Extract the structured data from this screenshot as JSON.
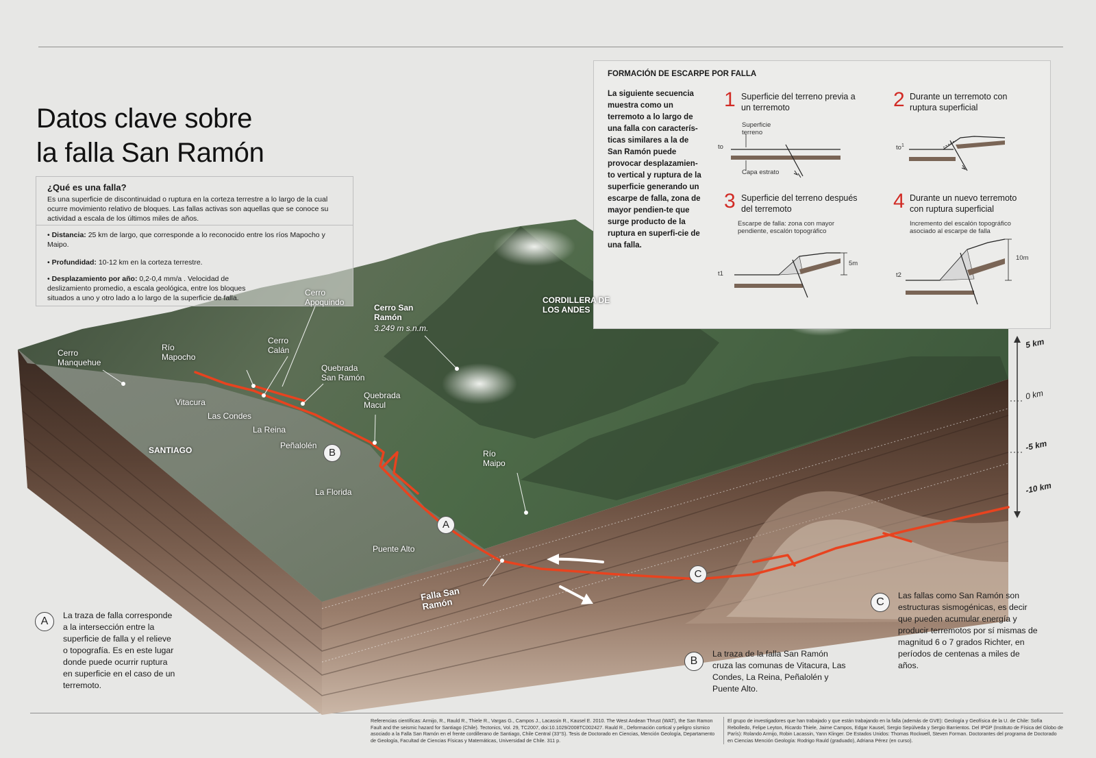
{
  "title": {
    "line1": "Datos clave sobre",
    "line2": "la falla San Ramón"
  },
  "info": {
    "heading": "¿Qué es una falla?",
    "definition": "Es una superficie de discontinuidad o ruptura en la corteza terrestre a lo largo de la cual ocurre movimiento relativo de bloques. Las fallas activas son aquellas que se conoce su actividad a escala de los últimos miles de años.",
    "items": [
      {
        "label": "Distancia:",
        "text": " 25 km de largo, que corresponde a lo reconocido entre los ríos Mapocho y Maipo."
      },
      {
        "label": "Profundidad:",
        "text": " 10-12 km en la corteza terrestre."
      },
      {
        "label": "Desplazamiento por año:",
        "text": " 0,2-0,4 mm/a . Velocidad de deslizamiento promedio, a escala geológica, entre los bloques situados a uno y otro lado a lo largo de la superficie de falla."
      }
    ]
  },
  "formation": {
    "title": "FORMACIÓN DE ESCARPE POR FALLA",
    "description": "La siguiente secuencia muestra como un terremoto a lo largo de una falla con caracterís-ticas similares a la de San Ramón puede provocar desplazamien-to vertical y ruptura de la superficie generando un escarpe de falla, zona de mayor pendien-te que surge producto de la ruptura en superfi-cie de una falla.",
    "steps": [
      {
        "num": "1",
        "text": "Superficie del terreno previa a un terremoto",
        "note": ""
      },
      {
        "num": "2",
        "text": "Durante un terremoto con ruptura superficial",
        "note": ""
      },
      {
        "num": "3",
        "text": "Superficie del terreno después del terremoto",
        "note": "Escarpe de falla: zona con mayor pendiente, escalón topográfico"
      },
      {
        "num": "4",
        "text": "Durante un nuevo terremoto con ruptura superficial",
        "note": "Incremento del escalón topográfico asociado al escarpe de falla"
      }
    ],
    "diagram_labels": {
      "surface": "Superficie terreno",
      "layer": "Capa estrato",
      "t0": "to",
      "t0b": "to",
      "t1_sup": "1",
      "t1": "t1",
      "t2": "t2",
      "h5": "5m",
      "h10": "10m"
    },
    "colors": {
      "number": "#d12b25",
      "stratum": "#7a6556"
    }
  },
  "map_labels": {
    "cerro_manquehue": "Cerro Manquehue",
    "rio_mapocho": "Río Mapocho",
    "cerro_apoquindo": "Cerro Apoquindo",
    "cerro_calan": "Cerro Calán",
    "cerro_san_ramon": "Cerro San Ramón",
    "cerro_san_ramon_alt": "3.249 m s.n.m.",
    "cordillera": "CORDILLERA DE LOS ANDES",
    "quebrada_san_ramon": "Quebrada San Ramón",
    "quebrada_macul": "Quebrada Macul",
    "vitacura": "Vitacura",
    "las_condes": "Las Condes",
    "la_reina": "La Reina",
    "penalolen": "Peñalolén",
    "santiago": "SANTIAGO",
    "la_florida": "La Florida",
    "rio_maipo": "Río Maipo",
    "puente_alto": "Puente Alto",
    "falla_san_ramon": "Falla San Ramón",
    "badge_a": "A",
    "badge_b": "B",
    "badge_c": "C"
  },
  "depth_scale": [
    "5 km",
    "0 km",
    "-5 km",
    "-10 km"
  ],
  "callouts": {
    "a": {
      "badge": "A",
      "text": "La traza de falla corresponde a la intersección entre la superficie de falla y el relieve o topografía. Es en este lugar donde puede ocurrir ruptura en superficie en el caso de un terremoto."
    },
    "b": {
      "badge": "B",
      "text": "La traza de la falla San Ramón cruza las comunas de Vitacura, Las Condes, La Reina, Peñalolén y Puente Alto."
    },
    "c": {
      "badge": "C",
      "text": "Las fallas como San Ramón son estructuras sismogénicas, es decir que pueden acumular energía y producir terremotos por sí mismas de magnitud 6 o 7 grados Richter, en períodos de centenas a miles de años."
    }
  },
  "references": {
    "left": "Referencias científicas: Armijo, R., Rauld R., Thiele R., Vargas G., Campos J., Lacassin R., Kausel E. 2010. The West Andean Thrust (WAT), the San Ramon Fault and the seismic hazard for Santiago (Chile). Tectonics, Vol. 29, TC2007, doi:10.1029/2008TC002427. Rauld R., Deformación cortical y peligro sísmico asociado a la Falla San Ramón en el frente cordillerano de Santiago, Chile Central (33°S). Tesis de Doctorado en Ciencias, Mención Geología, Departamento de Geología, Facultad de Ciencias Físicas y Matemáticas, Universidad de Chile. 311 p.",
    "right": "El grupo de investigadores que han trabajado y que están trabajando en la falla (además de GVE): Geología y Geofísica de la U. de Chile: Sofía Rebolledo, Felipe Leyton, Ricardo Thiele, Jaime Campos, Edgar Kausel, Sergio Sepúlveda y Sergio Barrientos. Del IPGP (Instituto de Física del Globo de París): Rolando Armijo, Robin Lacassin, Yann Klinger. De Estados Unidos: Thomas Rockwell, Steven Forman. Doctorantes del programa de Doctorado en Ciencias Mención Geología: Rodrigo Rauld (graduado), Adriana Pérez (en curso)."
  },
  "colors": {
    "fault": "#e8431f",
    "terrain_dark": "#2c3f2c",
    "terrain_light": "#6f8a63",
    "soil": "#5b4032",
    "background": "#e7e7e5"
  }
}
